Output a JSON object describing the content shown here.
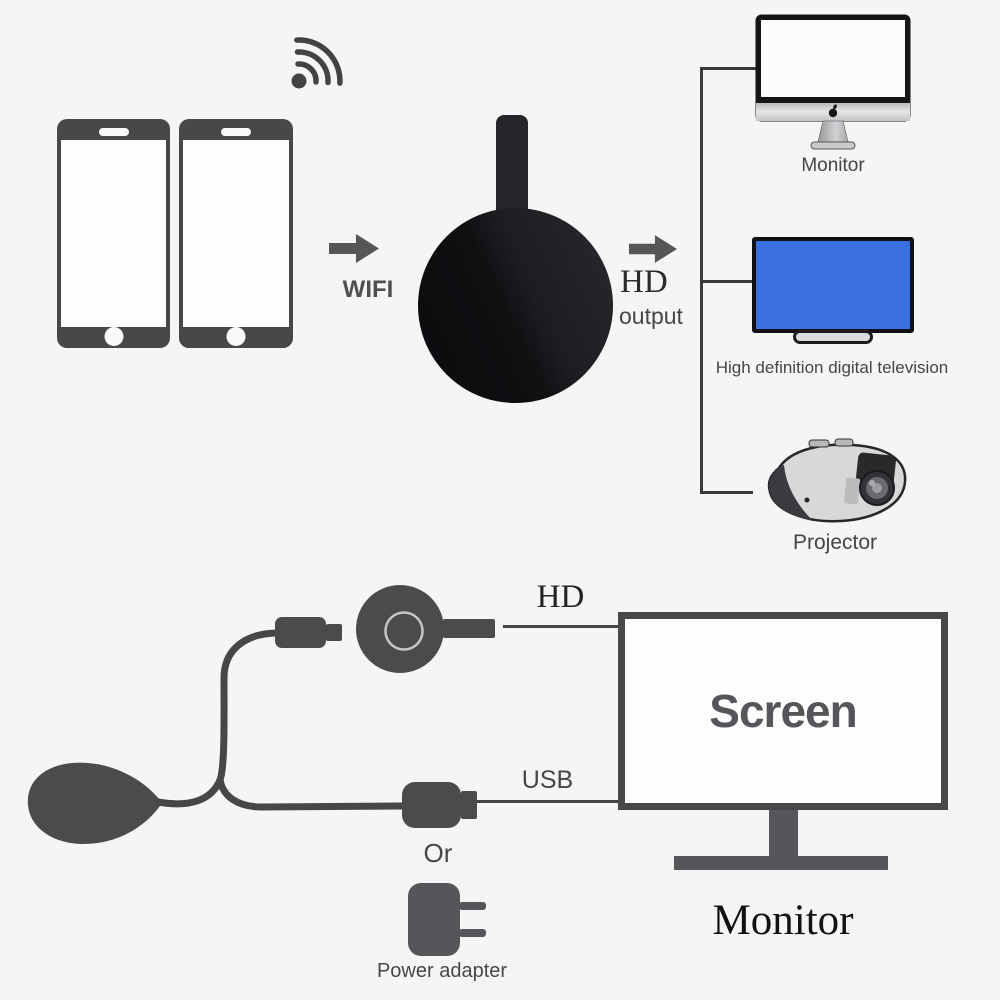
{
  "top_flow": {
    "wifi_label": "WIFI",
    "hd_output_line1": "HD",
    "hd_output_line2": "output",
    "outputs": [
      {
        "label": "Monitor"
      },
      {
        "label": "High definition digital television"
      },
      {
        "label": "Projector"
      }
    ]
  },
  "bottom_diagram": {
    "hd_label": "HD",
    "usb_label": "USB",
    "or_label": "Or",
    "power_adapter_label": "Power adapter",
    "screen_label": "Screen",
    "monitor_label": "Monitor"
  },
  "icons": {
    "sources": [
      "smartphone-icon",
      "smartphone-icon",
      "wifi-signal-icon"
    ],
    "device": "wireless-display-dongle",
    "outputs": [
      "imac-monitor-icon",
      "tv-icon",
      "projector-icon"
    ],
    "bottom": [
      "wifi-antenna-icon",
      "micro-usb-connector-icon",
      "dongle-puck-icon",
      "hdmi-connector-icon",
      "usb-connector-icon",
      "power-adapter-icon"
    ]
  },
  "colors": {
    "background": "#f5f5f6",
    "icon_gray": "#48484b",
    "dongle_black": "#0e0e11",
    "tv_screen_blue": "#3a70de",
    "connector_line": "#3a3a3c",
    "label_text": "#454548"
  }
}
